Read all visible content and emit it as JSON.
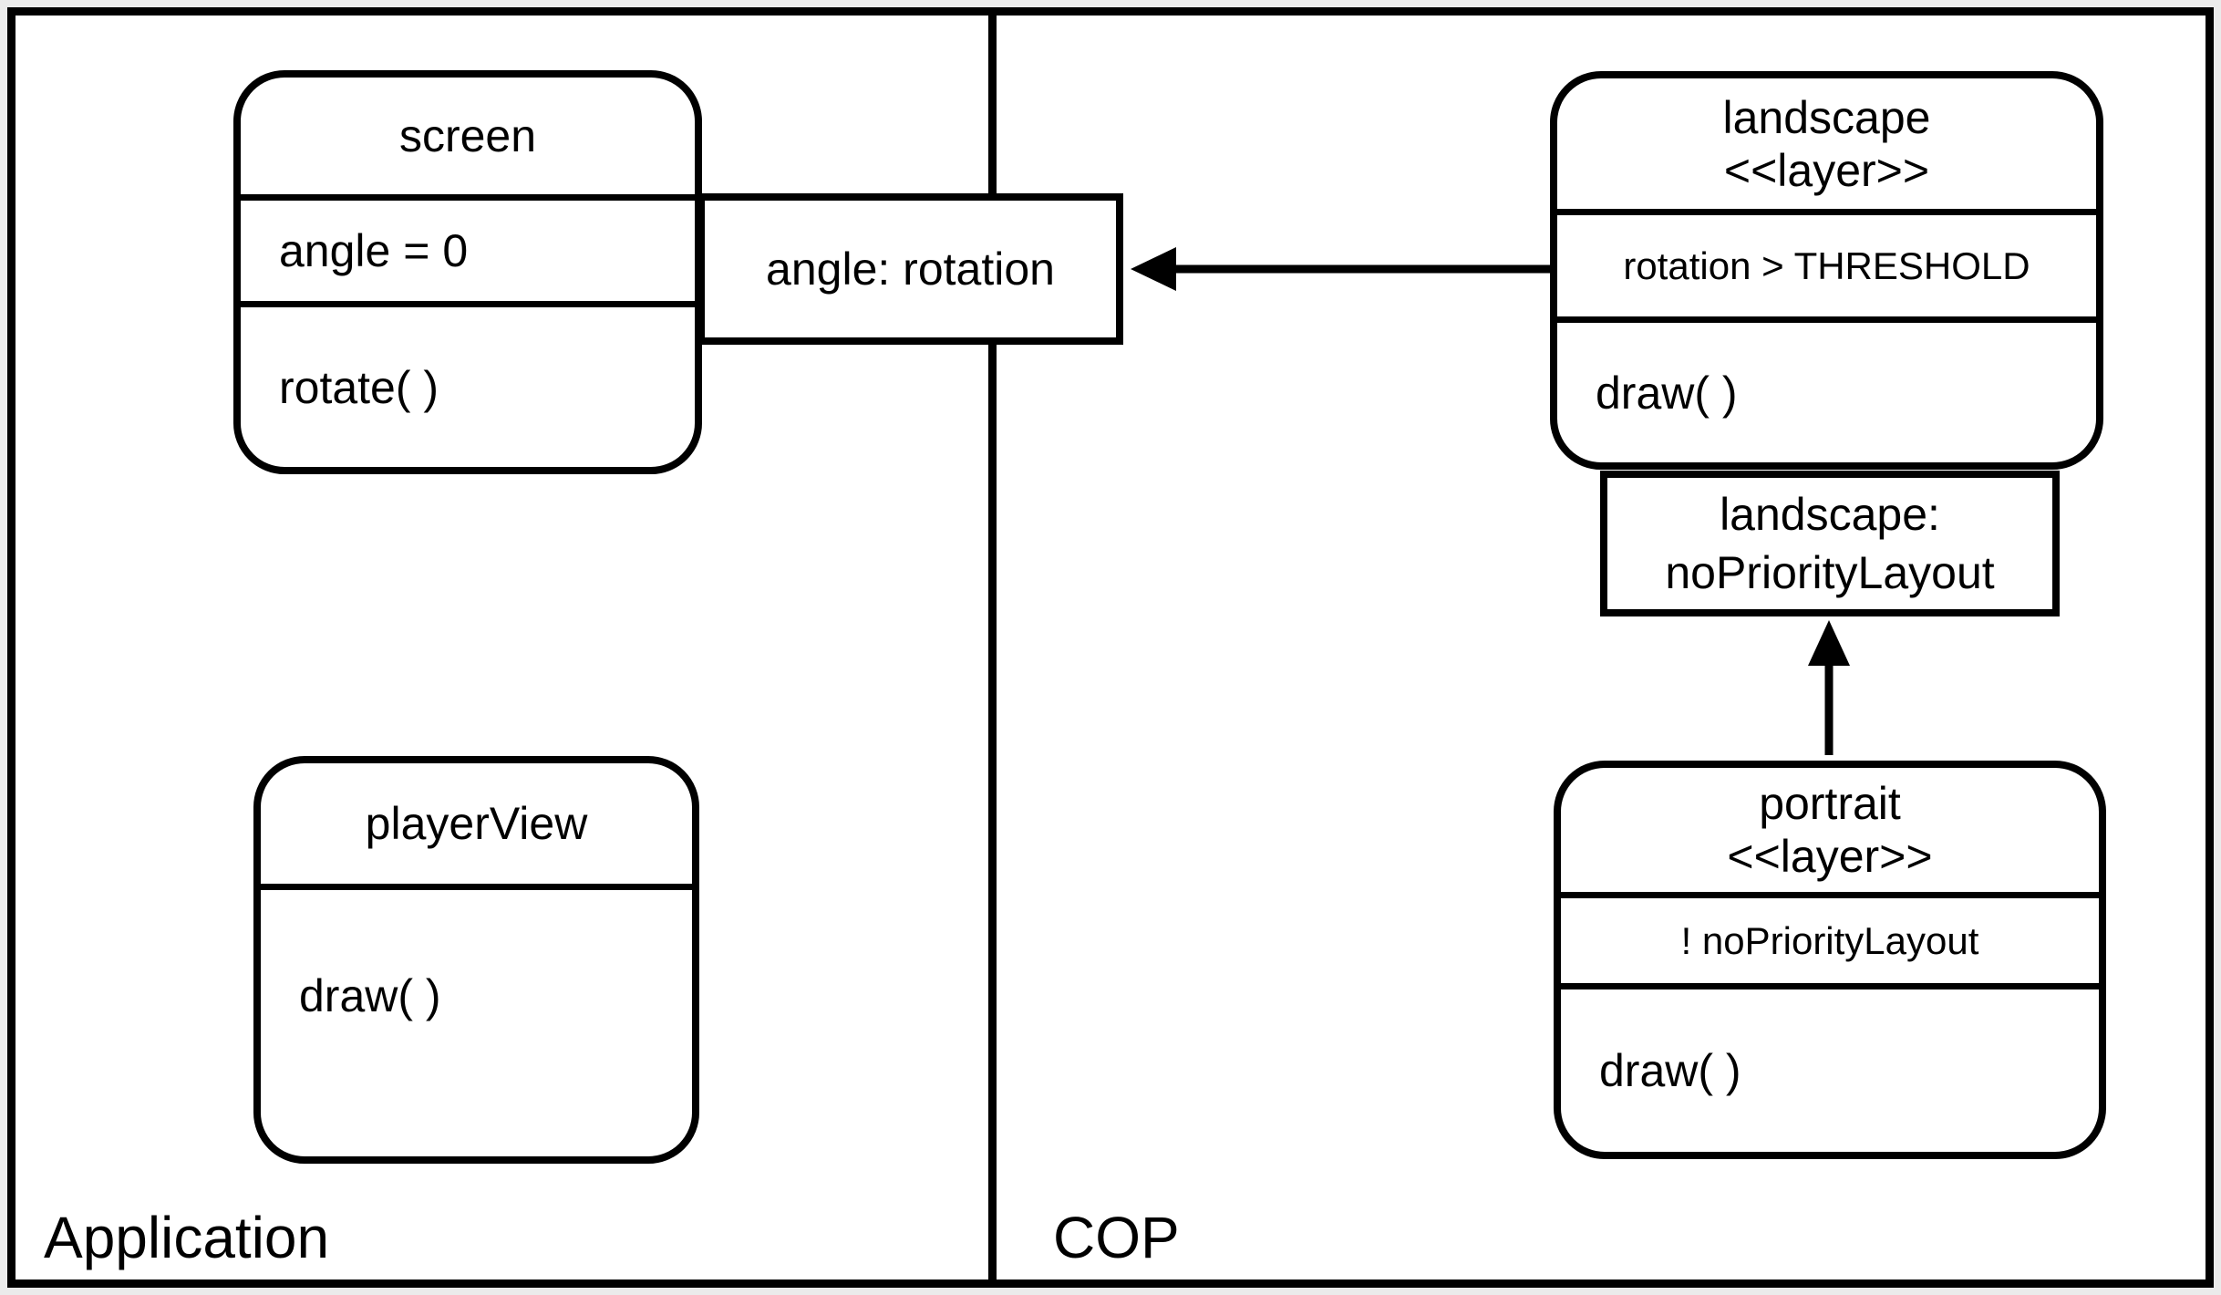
{
  "colors": {
    "stroke": "#000000",
    "canvas": "#ffffff",
    "margin": "#ebebeb"
  },
  "panels": {
    "left": {
      "label": "Application"
    },
    "right": {
      "label": "COP"
    }
  },
  "classes": {
    "screen": {
      "title": "screen",
      "attribute": "angle = 0",
      "method": "rotate( )"
    },
    "playerView": {
      "title": "playerView",
      "method": "draw( )"
    },
    "landscape": {
      "title": "landscape",
      "stereotype": "<<layer>>",
      "guard": "rotation > THRESHOLD",
      "method": "draw( )"
    },
    "portrait": {
      "title": "portrait",
      "stereotype": "<<layer>>",
      "guard": "! noPriorityLayout",
      "method": "draw( )"
    }
  },
  "notes": {
    "angleRotation": {
      "text": "angle: rotation"
    },
    "landscapeBinding": {
      "line1": "landscape:",
      "line2": "noPriorityLayout"
    }
  },
  "arrows": [
    {
      "name": "landscape-to-angle-rotation",
      "direction": "left"
    },
    {
      "name": "portrait-to-landscape-binding",
      "direction": "up"
    }
  ]
}
